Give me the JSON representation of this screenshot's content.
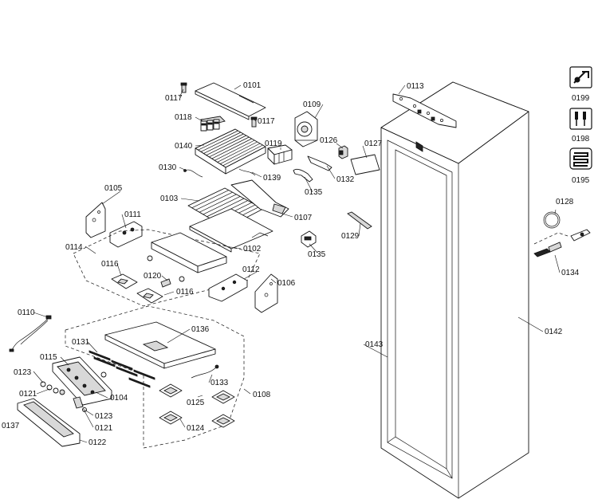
{
  "parts": {
    "p0101": "0101",
    "p0102": "0102",
    "p0103": "0103",
    "p0104": "0104",
    "p0105": "0105",
    "p0106": "0106",
    "p0107": "0107",
    "p0108": "0108",
    "p0109": "0109",
    "p0110": "0110",
    "p0111": "0111",
    "p0112": "0112",
    "p0113": "0113",
    "p0114": "0114",
    "p0115": "0115",
    "p0116a": "0116",
    "p0116b": "0116",
    "p0117a": "0117",
    "p0117b": "0117",
    "p0118": "0118",
    "p0119": "0119",
    "p0120": "0120",
    "p0121a": "0121",
    "p0121b": "0121",
    "p0122": "0122",
    "p0123a": "0123",
    "p0123b": "0123",
    "p0124": "0124",
    "p0125": "0125",
    "p0126": "0126",
    "p0127": "0127",
    "p0128": "0128",
    "p0129": "0129",
    "p0130": "0130",
    "p0131": "0131",
    "p0132": "0132",
    "p0133": "0133",
    "p0134": "0134",
    "p0135a": "0135",
    "p0135b": "0135",
    "p0136": "0136",
    "p0137": "0137",
    "p0139": "0139",
    "p0140": "0140",
    "p0142": "0142",
    "p0143": "0143"
  },
  "legend": {
    "l0199": "0199",
    "l0198": "0198",
    "l0195": "0195"
  },
  "icons": [
    "repair-tools-icon",
    "screwdriver-tools-icon",
    "coil-icon"
  ]
}
